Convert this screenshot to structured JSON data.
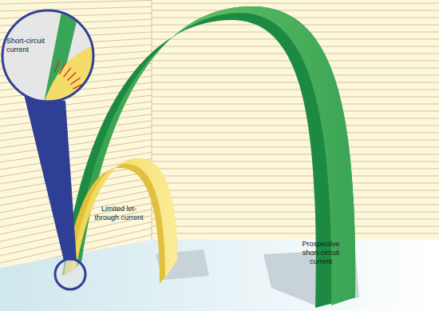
{
  "diagram": {
    "labels": [
      "Short-circuit current",
      "Limited let-through current",
      "Prospective short-circuit current"
    ]
  }
}
